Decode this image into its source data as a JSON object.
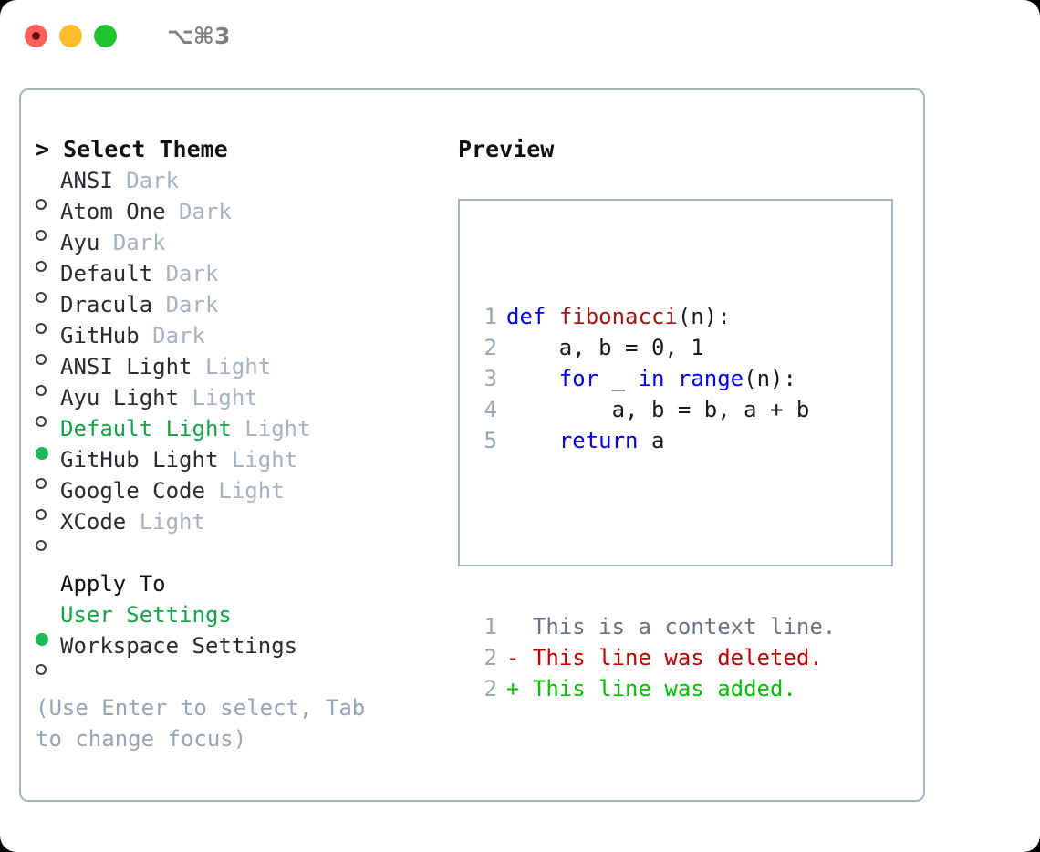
{
  "titlebar": {
    "buttons": [
      {
        "name": "close-button",
        "color": "#ff605c"
      },
      {
        "name": "minimize-button",
        "color": "#ffbd2e"
      },
      {
        "name": "maximize-button",
        "color": "#1ec531"
      }
    ],
    "shortcut": "⌥⌘3"
  },
  "theme_picker": {
    "header": "> Select Theme",
    "selected_theme": "Default Light",
    "selected_color": "#16a34a",
    "items": [
      {
        "marker": "○",
        "name": "ANSI",
        "tag": "Dark",
        "selected": false
      },
      {
        "marker": "○",
        "name": "Atom One",
        "tag": "Dark",
        "selected": false
      },
      {
        "marker": "○",
        "name": "Ayu",
        "tag": "Dark",
        "selected": false
      },
      {
        "marker": "○",
        "name": "Default",
        "tag": "Dark",
        "selected": false
      },
      {
        "marker": "○",
        "name": "Dracula",
        "tag": "Dark",
        "selected": false
      },
      {
        "marker": "○",
        "name": "GitHub",
        "tag": "Dark",
        "selected": false
      },
      {
        "marker": "○",
        "name": "ANSI Light",
        "tag": "Light",
        "selected": false
      },
      {
        "marker": "○",
        "name": "Ayu Light",
        "tag": "Light",
        "selected": false
      },
      {
        "marker": "●",
        "name": "Default Light",
        "tag": "Light",
        "selected": true
      },
      {
        "marker": "○",
        "name": "GitHub Light",
        "tag": "Light",
        "selected": false
      },
      {
        "marker": "○",
        "name": "Google Code",
        "tag": "Light",
        "selected": false
      },
      {
        "marker": "○",
        "name": "XCode",
        "tag": "Light",
        "selected": false
      }
    ]
  },
  "apply_to": {
    "header": "Apply To",
    "selected": "User Settings",
    "options": [
      {
        "marker": "●",
        "label": "User Settings",
        "selected": true
      },
      {
        "marker": "○",
        "label": "Workspace Settings",
        "selected": false
      }
    ]
  },
  "hint": "(Use Enter to select, Tab to change focus)",
  "preview": {
    "title": "Preview",
    "code_lines": [
      {
        "no": "1",
        "tokens": [
          {
            "t": "def",
            "c": "kw"
          },
          {
            "t": " ",
            "c": "plain"
          },
          {
            "t": "fibonacci",
            "c": "fn"
          },
          {
            "t": "(n):",
            "c": "plain"
          }
        ]
      },
      {
        "no": "2",
        "tokens": [
          {
            "t": "    a, b = 0, 1",
            "c": "plain"
          }
        ]
      },
      {
        "no": "3",
        "tokens": [
          {
            "t": "    ",
            "c": "plain"
          },
          {
            "t": "for",
            "c": "kw"
          },
          {
            "t": " _ ",
            "c": "plain"
          },
          {
            "t": "in",
            "c": "kw"
          },
          {
            "t": " ",
            "c": "plain"
          },
          {
            "t": "range",
            "c": "kw"
          },
          {
            "t": "(n):",
            "c": "plain"
          }
        ]
      },
      {
        "no": "4",
        "tokens": [
          {
            "t": "        a, b = b, a + b",
            "c": "plain"
          }
        ]
      },
      {
        "no": "5",
        "tokens": [
          {
            "t": "    ",
            "c": "plain"
          },
          {
            "t": "return",
            "c": "kw"
          },
          {
            "t": " a",
            "c": "plain"
          }
        ]
      }
    ],
    "diff_lines": [
      {
        "no": "1",
        "text": "  This is a context line.",
        "kind": "ctx"
      },
      {
        "no": "2",
        "text": "- This line was deleted.",
        "kind": "del"
      },
      {
        "no": "2",
        "text": "+ This line was added.",
        "kind": "add"
      }
    ],
    "colors": {
      "keyword": "#0000ee",
      "function": "#a31515",
      "plain": "#1a1a1a",
      "lineno": "#9aa5b5",
      "diff_context": "#6b7280",
      "diff_deleted": "#c00000",
      "diff_added": "#00c000",
      "border": "#aab4c4"
    }
  }
}
